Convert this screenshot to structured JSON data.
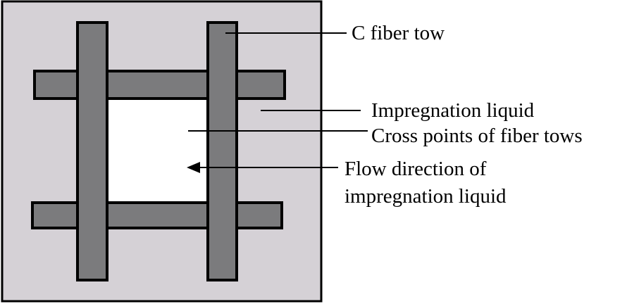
{
  "labels": {
    "c_fiber_tow": "C fiber tow",
    "impregnation_liquid": "Impregnation liquid",
    "cross_points": "Cross points of fiber tows",
    "flow_direction_line1": "Flow direction of",
    "flow_direction_line2": "impregnation liquid"
  },
  "colors": {
    "liquid_fill": "#d5d1d6",
    "tow_fill": "#7b7b7d",
    "outline": "#000000",
    "open_area": "#ffffff",
    "text": "#000000"
  }
}
